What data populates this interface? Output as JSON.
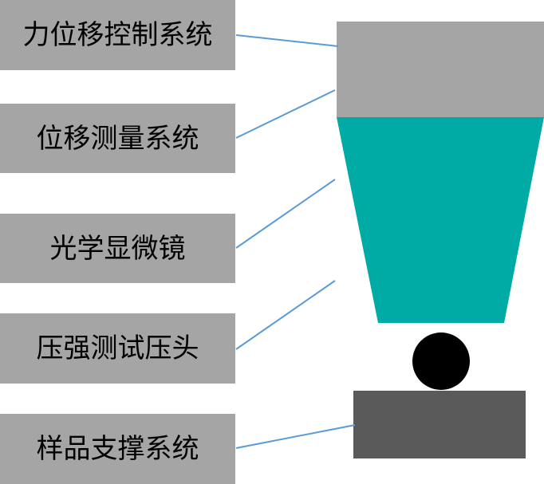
{
  "labels": {
    "force_displacement_control": "力位移控制系统",
    "displacement_measurement": "位移测量系统",
    "optical_microscope": "光学显微镜",
    "indenter_tip": "压强测试压头",
    "sample_support": "样品支撑系统"
  },
  "colors": {
    "label_background": "#a5a5a5",
    "actuator_block": "#a5a5a5",
    "objective_body": "#00aaa5",
    "indenter_ball": "#000000",
    "sample_stage": "#5a5a5a",
    "leader_line": "#5b9bd5"
  }
}
